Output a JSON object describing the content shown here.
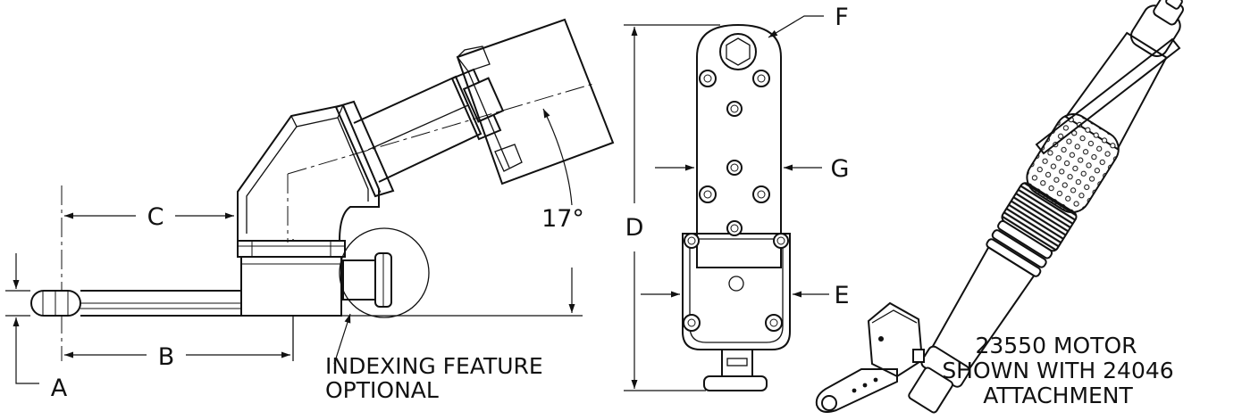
{
  "labels": {
    "a": "A",
    "b": "B",
    "c": "C",
    "d": "D",
    "e": "E",
    "f": "F",
    "g": "G",
    "angle": "17°"
  },
  "notes": {
    "indexing_line1": "INDEXING FEATURE",
    "indexing_line2": "OPTIONAL",
    "motor_line1": "23550 MOTOR",
    "motor_line2": "SHOWN WITH 24046",
    "motor_line3": "ATTACHMENT"
  }
}
